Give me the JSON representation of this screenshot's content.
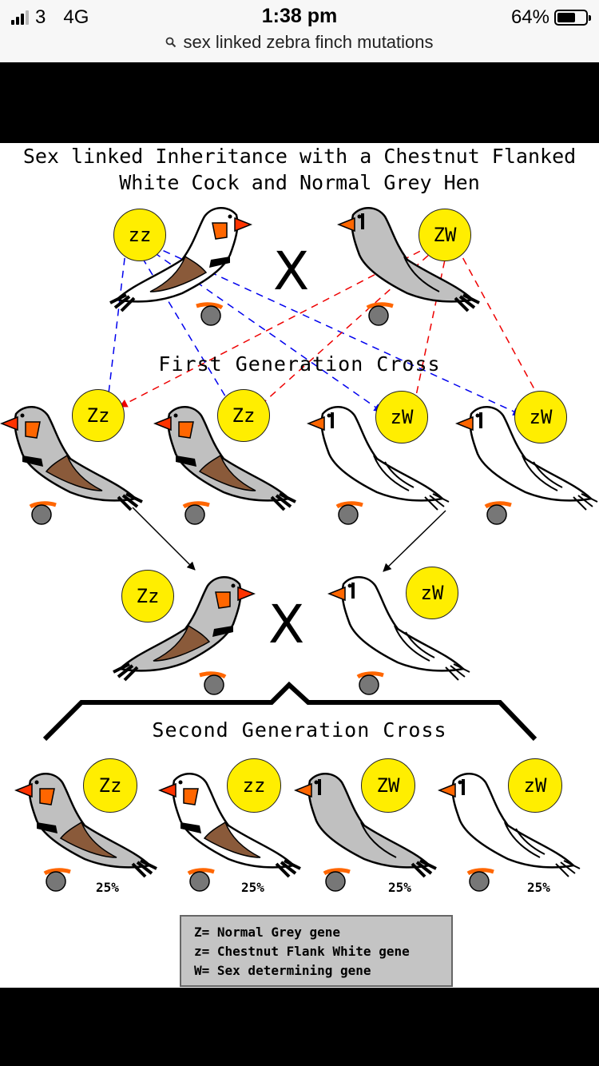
{
  "status_bar": {
    "carrier": "3",
    "network": "4G",
    "time": "1:38 pm",
    "battery_percent": "64%",
    "battery_level": 0.64
  },
  "search_bar": {
    "query": "sex linked zebra finch mutations"
  },
  "diagram": {
    "title_line1": "Sex linked Inheritance with a Chestnut Flanked",
    "title_line2": "White Cock and Normal Grey Hen",
    "cross_symbol": "X",
    "first_generation_label": "First Generation Cross",
    "second_generation_label": "Second Generation Cross",
    "parents": [
      {
        "genotype": "zz"
      },
      {
        "genotype": "ZW"
      }
    ],
    "first_generation": [
      {
        "genotype": "Zz"
      },
      {
        "genotype": "Zz"
      },
      {
        "genotype": "zW"
      },
      {
        "genotype": "zW"
      }
    ],
    "second_parents": [
      {
        "genotype": "Zz"
      },
      {
        "genotype": "zW"
      }
    ],
    "second_generation": [
      {
        "genotype": "Zz",
        "percent": "25%"
      },
      {
        "genotype": "zz",
        "percent": "25%"
      },
      {
        "genotype": "ZW",
        "percent": "25%"
      },
      {
        "genotype": "zW",
        "percent": "25%"
      }
    ],
    "legend": [
      "Z= Normal Grey gene",
      "z= Chestnut Flank White gene",
      "W= Sex determining gene"
    ],
    "colors": {
      "gene_circle": "#ffee00",
      "grey_body": "#c0c0c0",
      "beak": "#ff6600",
      "cheek": "#ff6600",
      "flank": "#8a5a3a",
      "male_line": "#0000ee",
      "female_line": "#ee0000"
    }
  }
}
